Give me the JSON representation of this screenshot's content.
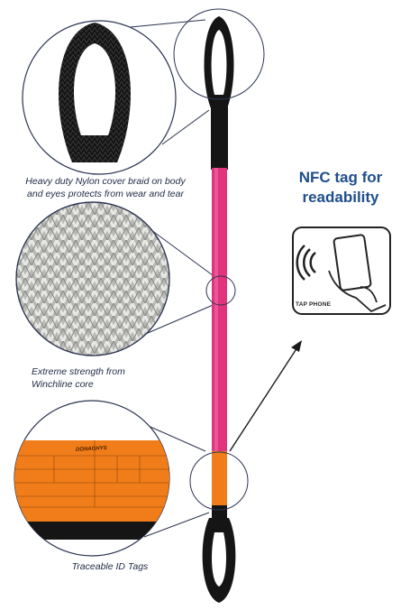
{
  "captions": {
    "nylon": "Heavy duty Nylon cover braid on body and eyes protects from wear and tear",
    "core": "Extreme strength from Winchline core",
    "tags": "Traceable ID Tags"
  },
  "nfc": {
    "title": "NFC tag for readability",
    "icon_label": "TAP PHONE"
  },
  "tag_brand": "DONAGHYS",
  "colors": {
    "sling_body": "#e0337d",
    "sling_eye": "#151515",
    "id_tag": "#f07d1a",
    "caption_text": "#1f2a44",
    "nfc_title": "#1f4e8c"
  },
  "icons": [
    "nfc-phone-icon",
    "arrow-icon"
  ]
}
